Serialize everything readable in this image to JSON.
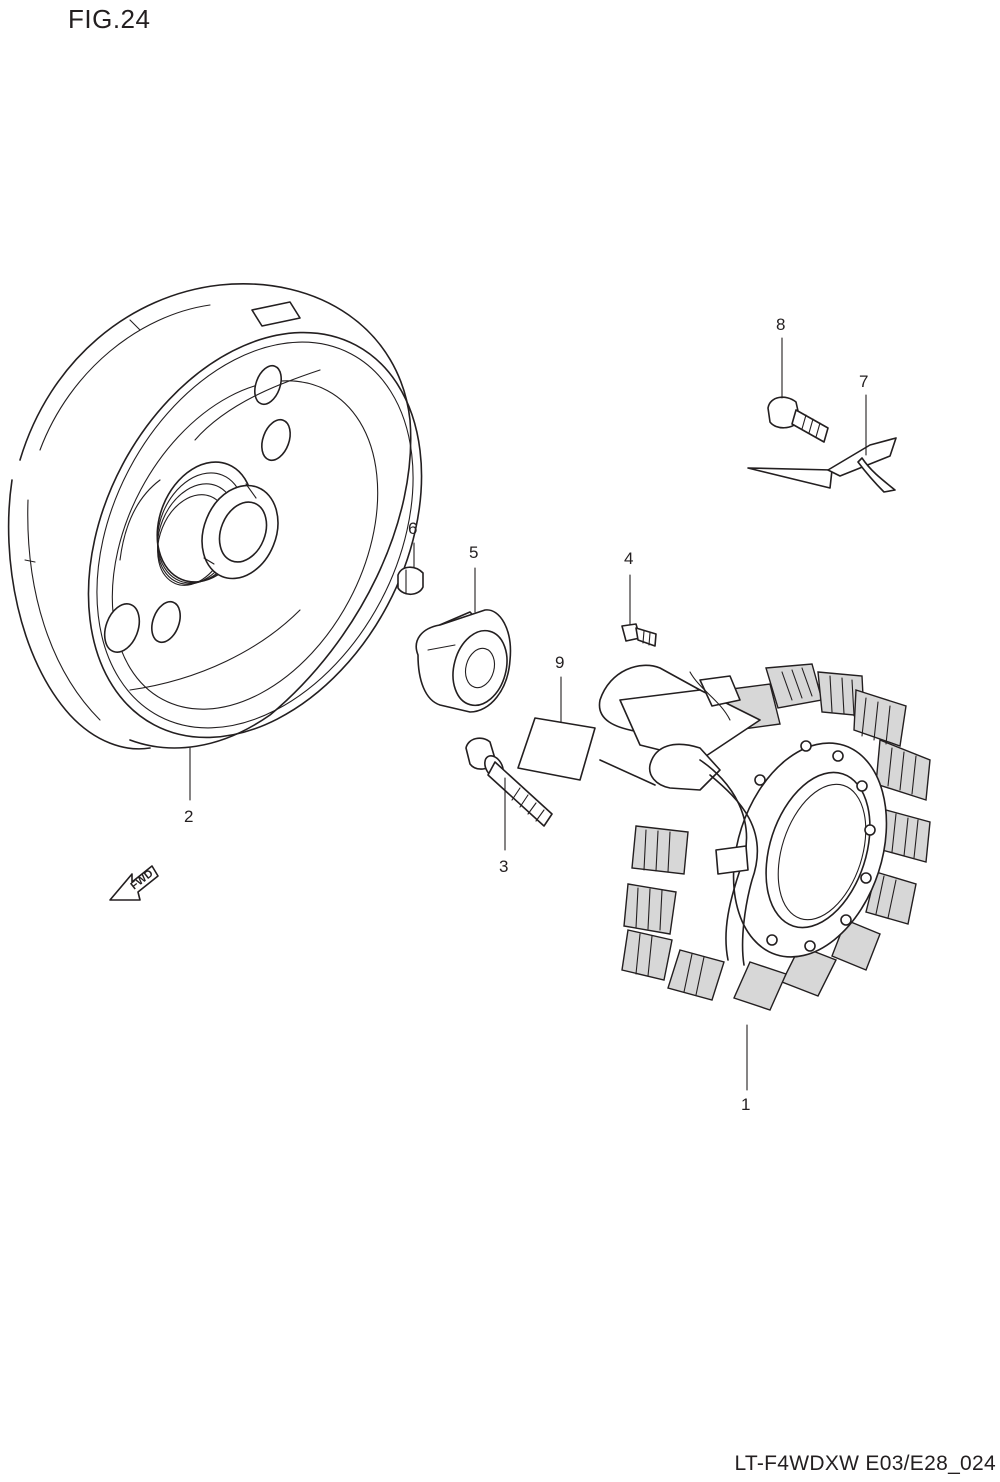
{
  "figure": {
    "title": "FIG.24",
    "drawing_id": "LT-F4WDXW E03/E28_024"
  },
  "direction_badge": {
    "text": "FWD",
    "icon": "forward-arrow-icon"
  },
  "callouts": [
    {
      "number": "1",
      "part": "stator-assembly"
    },
    {
      "number": "2",
      "part": "flywheel-rotor"
    },
    {
      "number": "3",
      "part": "stator-bolt"
    },
    {
      "number": "4",
      "part": "screw"
    },
    {
      "number": "5",
      "part": "starter-clutch-gear"
    },
    {
      "number": "6",
      "part": "woodruff-key"
    },
    {
      "number": "7",
      "part": "wire-clamp"
    },
    {
      "number": "8",
      "part": "clamp-bolt"
    },
    {
      "number": "9",
      "part": "label"
    }
  ]
}
